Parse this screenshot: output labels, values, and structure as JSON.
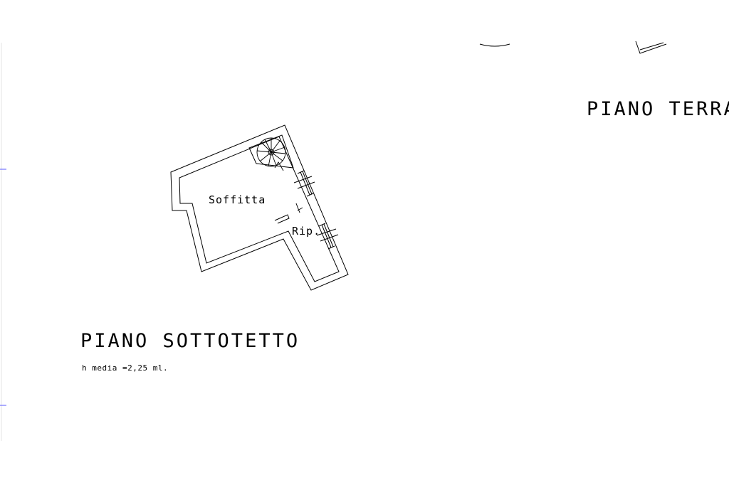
{
  "drawing": {
    "title_ground": "PIANO TERRA",
    "title_attic": "PIANO SOTTOTETTO",
    "note_height": "h media =2,25 ml.",
    "rooms": {
      "attic": "Soffitta",
      "closet": "Rip."
    }
  },
  "colors": {
    "line": "#000000",
    "guide": "#5a5aff",
    "background": "#ffffff"
  }
}
